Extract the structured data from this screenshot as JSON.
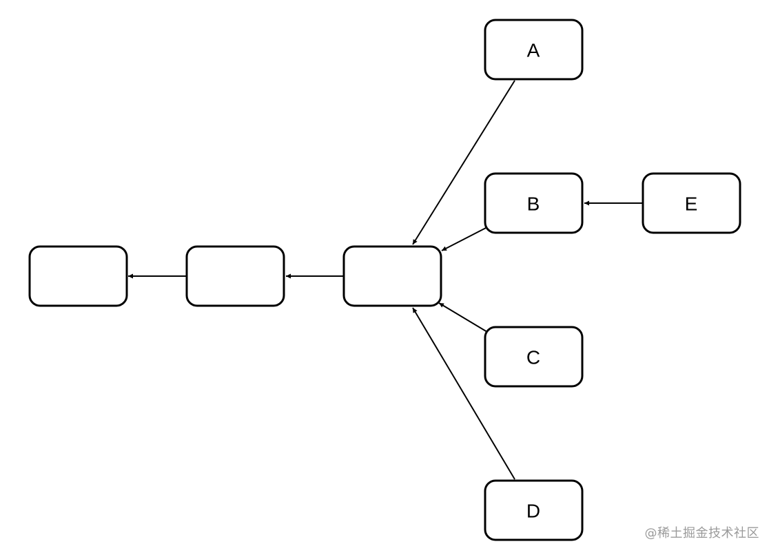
{
  "nodes": [
    {
      "id": "n1",
      "label": ""
    },
    {
      "id": "n2",
      "label": ""
    },
    {
      "id": "hub",
      "label": ""
    },
    {
      "id": "A",
      "label": "A"
    },
    {
      "id": "B",
      "label": "B"
    },
    {
      "id": "C",
      "label": "C"
    },
    {
      "id": "D",
      "label": "D"
    },
    {
      "id": "E",
      "label": "E"
    }
  ],
  "edges": [
    {
      "from": "A",
      "to": "hub"
    },
    {
      "from": "B",
      "to": "hub"
    },
    {
      "from": "C",
      "to": "hub"
    },
    {
      "from": "D",
      "to": "hub"
    },
    {
      "from": "E",
      "to": "B"
    },
    {
      "from": "hub",
      "to": "n2"
    },
    {
      "from": "n2",
      "to": "n1"
    }
  ],
  "watermark": "@稀土掘金技术社区"
}
